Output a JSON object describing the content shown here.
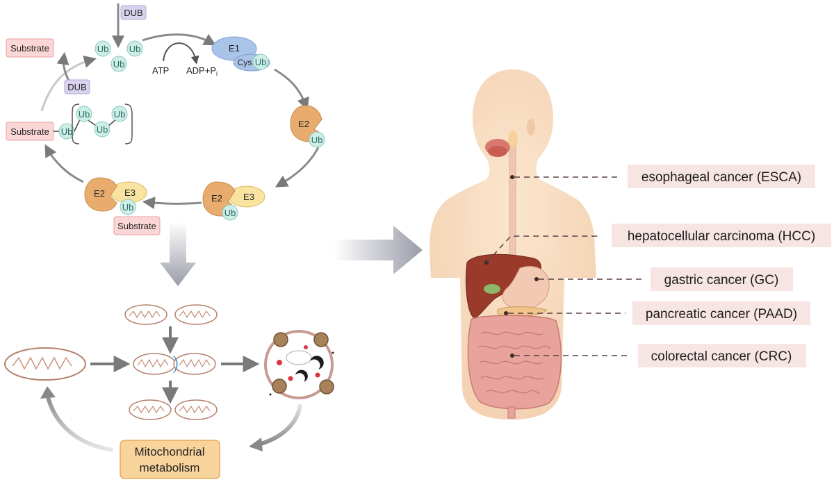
{
  "ub_cycle": {
    "dub_top": "DUB",
    "dub_left": "DUB",
    "substrate_top": "Substrate",
    "substrate_mid": "Substrate",
    "substrate_bottom": "Substrate",
    "ub": "Ub",
    "atp": "ATP",
    "adp": "ADP+P",
    "adp_sub": "i",
    "e1": "E1",
    "cys": "Cys",
    "e2": "E2",
    "e3": "E3"
  },
  "mito": {
    "metabolism_line1": "Mitochondrial",
    "metabolism_line2": "metabolism"
  },
  "cancers": [
    {
      "label": "esophageal cancer (ESCA)"
    },
    {
      "label": "hepatocellular carcinoma (HCC)"
    },
    {
      "label": "gastric cancer (GC)"
    },
    {
      "label": "pancreatic cancer (PAAD)"
    },
    {
      "label": "colorectal cancer (CRC)"
    }
  ],
  "colors": {
    "ub_fill": "#cdeee6",
    "e1_fill": "#a9c4e8",
    "e2_fill": "#e8ad6e",
    "e3_fill": "#f8e3a0",
    "substrate_fill": "#fbd6d6",
    "dub_fill": "#d9d2ec",
    "metabolism_fill": "#f8d39b",
    "cancer_label_fill": "#f6e5e2",
    "body_skin": "#f8dcc1",
    "liver": "#9a3a2a",
    "intestine": "#e7a39c"
  }
}
